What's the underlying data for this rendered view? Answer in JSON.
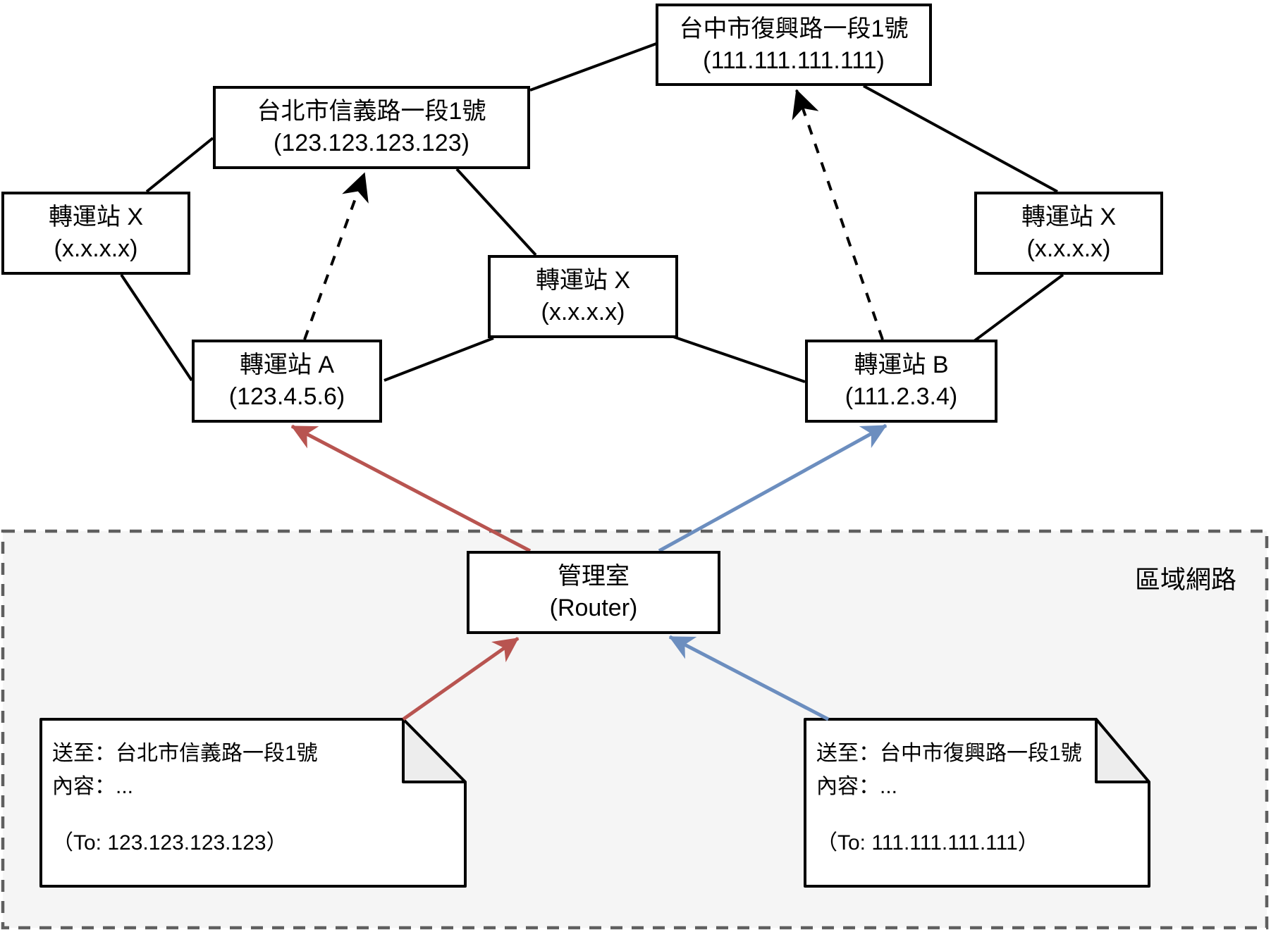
{
  "diagram": {
    "nodes": {
      "taichung": {
        "name": "台中市復興路一段1號",
        "address": "(111.111.111.111)"
      },
      "taipei": {
        "name": "台北市信義路一段1號",
        "address": "(123.123.123.123)"
      },
      "transit_x_left": {
        "name": "轉運站 X",
        "address": "(x.x.x.x)"
      },
      "transit_x_mid": {
        "name": "轉運站 X",
        "address": "(x.x.x.x)"
      },
      "transit_x_right": {
        "name": "轉運站 X",
        "address": "(x.x.x.x)"
      },
      "transit_a": {
        "name": "轉運站 A",
        "address": "(123.4.5.6)"
      },
      "transit_b": {
        "name": "轉運站 B",
        "address": "(111.2.3.4)"
      },
      "router": {
        "name": "管理室",
        "address": "(Router)"
      }
    },
    "lan": {
      "label": "區域網路"
    },
    "packets": {
      "left": {
        "to_line": "送至：台北市信義路一段1號",
        "content_line": "內容：...",
        "ip_line": "（To: 123.123.123.123）"
      },
      "right": {
        "to_line": "送至：台中市復興路一段1號",
        "content_line": "內容：...",
        "ip_line": "（To: 111.111.111.111）"
      }
    },
    "colors": {
      "red_arrow": "#b85450",
      "blue_arrow": "#6c8ebf",
      "line": "#000000",
      "lan_fill": "#f5f5f5",
      "lan_border": "#5f5f5f",
      "note_fold_fill": "#ededed"
    }
  }
}
